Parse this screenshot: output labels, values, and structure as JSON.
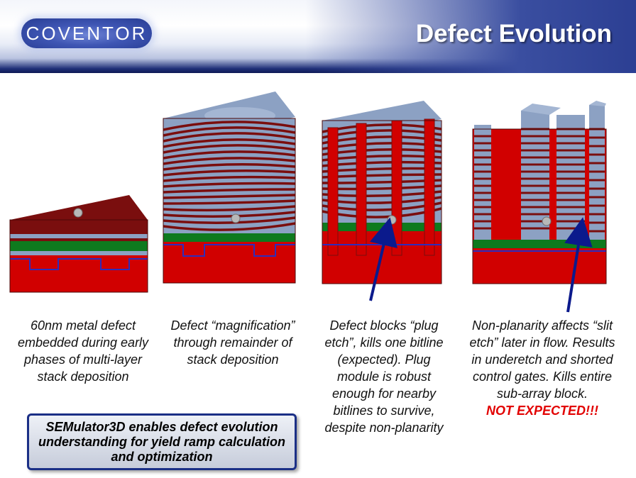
{
  "header": {
    "logo_text": "COVENTOR",
    "title": "Defect Evolution"
  },
  "captions": [
    "60nm metal defect embedded during early phases of multi-layer stack deposition",
    "Defect “magnification” through remainder of stack deposition",
    "Defect blocks “plug etch”, kills one bitline (expected). Plug module is robust enough for nearby bitlines to survive, despite non-planarity",
    "Non-planarity affects “slit etch” later in flow. Results in underetch and shorted control gates. Kills entire sub-array block."
  ],
  "alert": "NOT EXPECTED!!!",
  "callout": "SEMulator3D enables defect evolution understanding for yield ramp calculation and optimization",
  "colors": {
    "dark_red": "#7a0e0e",
    "bright_red": "#d10000",
    "green": "#0e7a1e",
    "slate": "#8ca1c3",
    "arrow": "#0b1a8c"
  }
}
